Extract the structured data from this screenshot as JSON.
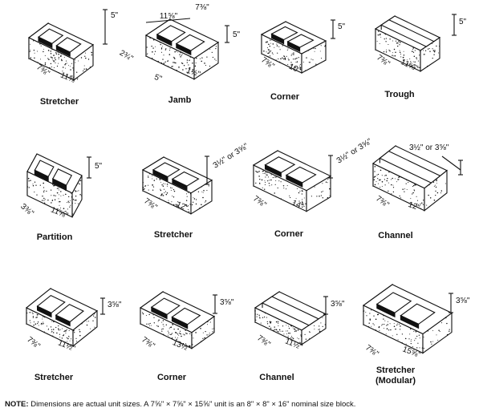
{
  "blocks": [
    {
      "name": "Stretcher",
      "dims": [
        "5\"",
        "7⅜\"",
        "11⅝\""
      ]
    },
    {
      "name": "Jamb",
      "dims": [
        "11⅝\"",
        "7⅜\"",
        "5\"",
        "2¾\"",
        "5\"",
        "1½\""
      ]
    },
    {
      "name": "Corner",
      "dims": [
        "5\"",
        "7⅜\"",
        "10\""
      ]
    },
    {
      "name": "Trough",
      "dims": [
        "5\"",
        "7⅜\"",
        "11⅝\""
      ]
    },
    {
      "name": "Partition",
      "dims": [
        "5\"",
        "3⅜\"",
        "11⅝\""
      ]
    },
    {
      "name": "Stretcher",
      "dims": [
        "3½\" or 3⅝\"",
        "7⅜\"",
        "12\""
      ]
    },
    {
      "name": "Corner",
      "dims": [
        "3½\" or 3⅝\"",
        "7⅜\"",
        "14\""
      ]
    },
    {
      "name": "Channel",
      "dims": [
        "3½\" or 3⅝\"",
        "7⅜\"",
        "12\""
      ]
    },
    {
      "name": "Stretcher",
      "dims": [
        "3⅝\"",
        "7⅜\"",
        "11½\""
      ]
    },
    {
      "name": "Corner",
      "dims": [
        "3⅝\"",
        "7⅜\"",
        "13½\""
      ]
    },
    {
      "name": "Channel",
      "dims": [
        "3⅝\"",
        "7⅜\"",
        "11½\""
      ]
    },
    {
      "name": "Stretcher",
      "name2": "(Modular)",
      "dims": [
        "3⅝\"",
        "7⅜\"",
        "15⅝\""
      ]
    }
  ],
  "note": {
    "label": "NOTE:",
    "text": "Dimensions are actual unit sizes. A 7⅝\" × 7⅝\" × 15⅝\" unit is an 8\" × 8\" × 16\" nominal size block."
  }
}
